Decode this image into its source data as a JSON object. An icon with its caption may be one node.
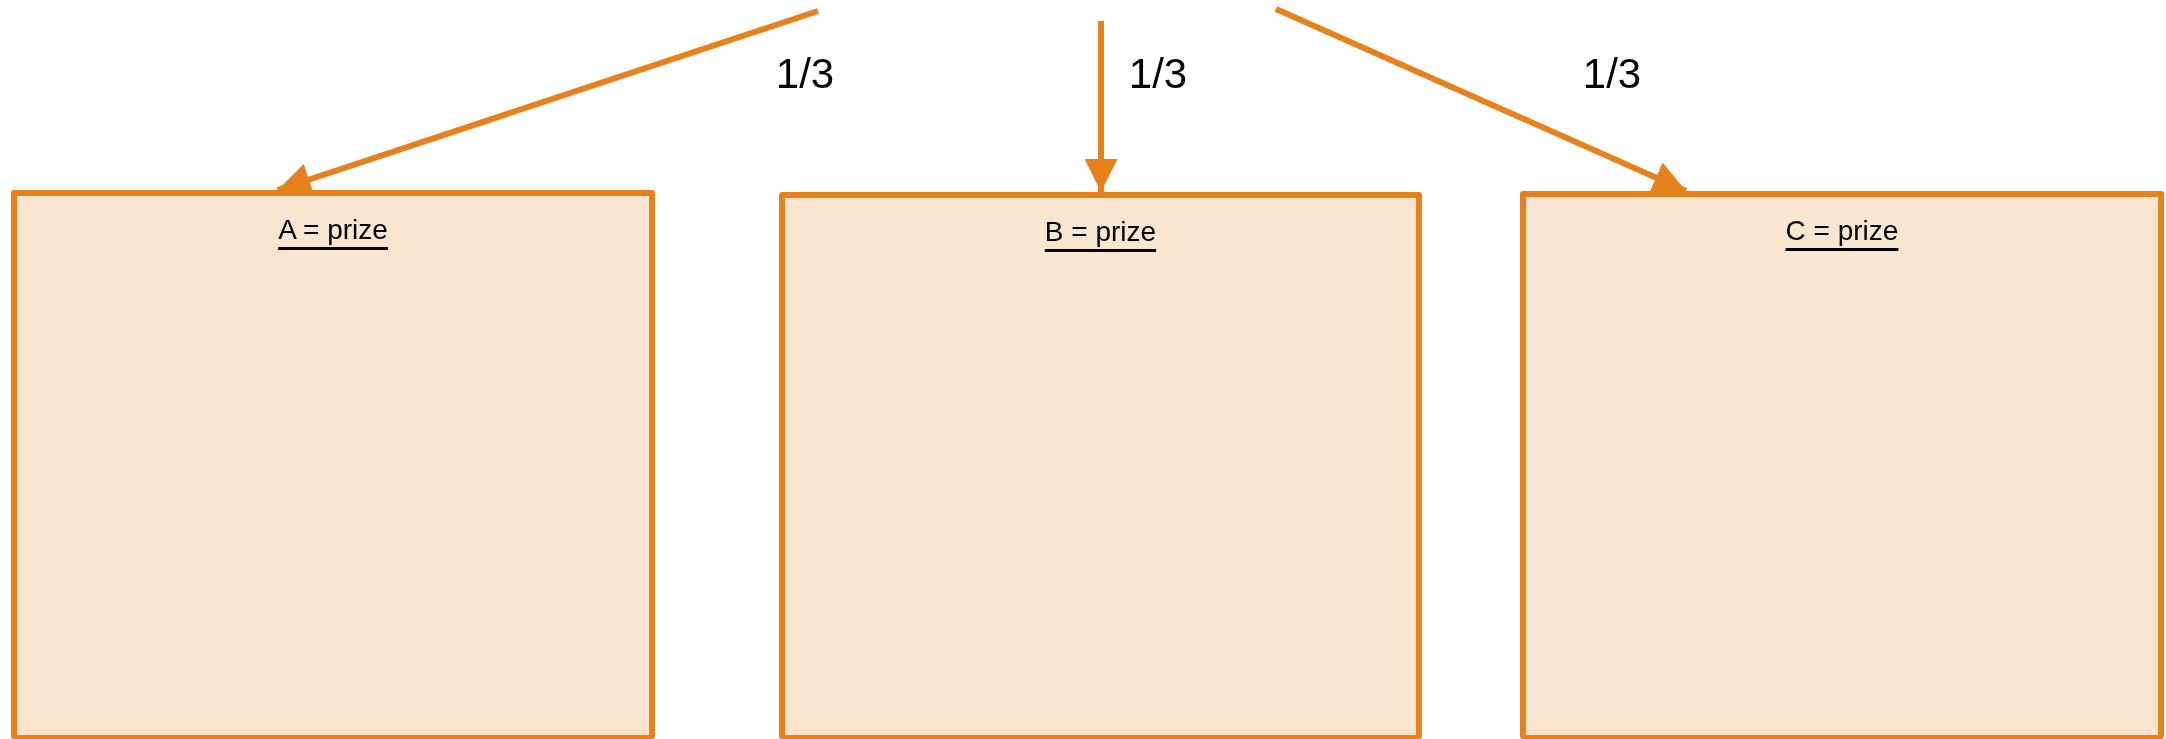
{
  "diagram": {
    "nodes": [
      {
        "text": [
          "A = prize"
        ]
      },
      {
        "text": [
          "B = prize"
        ]
      },
      {
        "text": [
          "C = prize"
        ]
      }
    ],
    "edges": [
      {
        "from": null,
        "to": 0,
        "arrow": "to",
        "label": "1/3"
      },
      {
        "from": null,
        "to": 1,
        "arrow": "to",
        "label": "1/3"
      },
      {
        "from": null,
        "to": 2,
        "arrow": "to",
        "label": "1/3"
      }
    ]
  }
}
